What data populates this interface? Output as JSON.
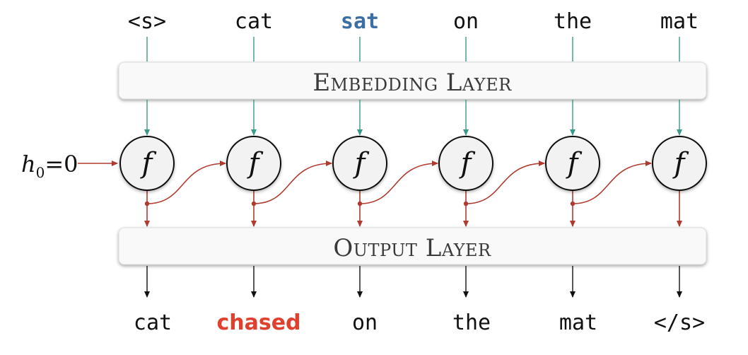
{
  "inputs": [
    {
      "text": "<s>",
      "highlight": ""
    },
    {
      "text": "cat",
      "highlight": ""
    },
    {
      "text": "sat",
      "highlight": "blue"
    },
    {
      "text": "on",
      "highlight": ""
    },
    {
      "text": "the",
      "highlight": ""
    },
    {
      "text": "mat",
      "highlight": ""
    }
  ],
  "outputs": [
    {
      "text": "cat",
      "highlight": ""
    },
    {
      "text": "chased",
      "highlight": "red"
    },
    {
      "text": "on",
      "highlight": ""
    },
    {
      "text": "the",
      "highlight": ""
    },
    {
      "text": "mat",
      "highlight": ""
    },
    {
      "text": "</s>",
      "highlight": ""
    }
  ],
  "embedding_layer": {
    "label": "Embedding Layer"
  },
  "output_layer": {
    "label": "Output Layer"
  },
  "cell": {
    "label": "f"
  },
  "initial_state": {
    "var": "h",
    "sub": "0",
    "eq": "=0"
  },
  "colors": {
    "input_arrow": "#3a9a8a",
    "recurrent_arrow": "#b03a2e",
    "output_arrow": "#111111",
    "highlight_blue": "#3a6ea5",
    "highlight_red": "#e0402e"
  }
}
